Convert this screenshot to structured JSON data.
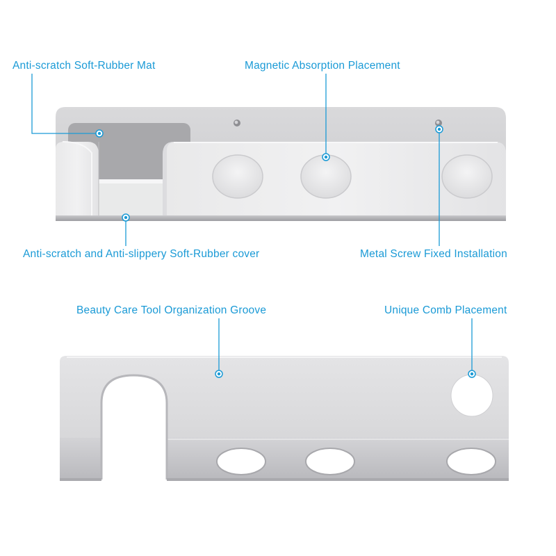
{
  "colors": {
    "accent": "#1a9ad6",
    "metal_light": "#e6e6e7",
    "metal_mid": "#cfcfd1",
    "metal_dark": "#9e9ea2",
    "background": "#ffffff"
  },
  "callouts": {
    "soft_rubber_mat": "Anti-scratch Soft-Rubber Mat",
    "magnetic_placement": "Magnetic Absorption Placement",
    "soft_rubber_cover": "Anti-scratch and Anti-slippery Soft-Rubber cover",
    "metal_screw": "Metal Screw Fixed Installation",
    "organization_groove": "Beauty Care Tool Organization Groove",
    "comb_placement": "Unique Comb Placement"
  },
  "icons": {
    "callout_marker": "dot-ring-icon",
    "screw": "screw-head-icon"
  }
}
